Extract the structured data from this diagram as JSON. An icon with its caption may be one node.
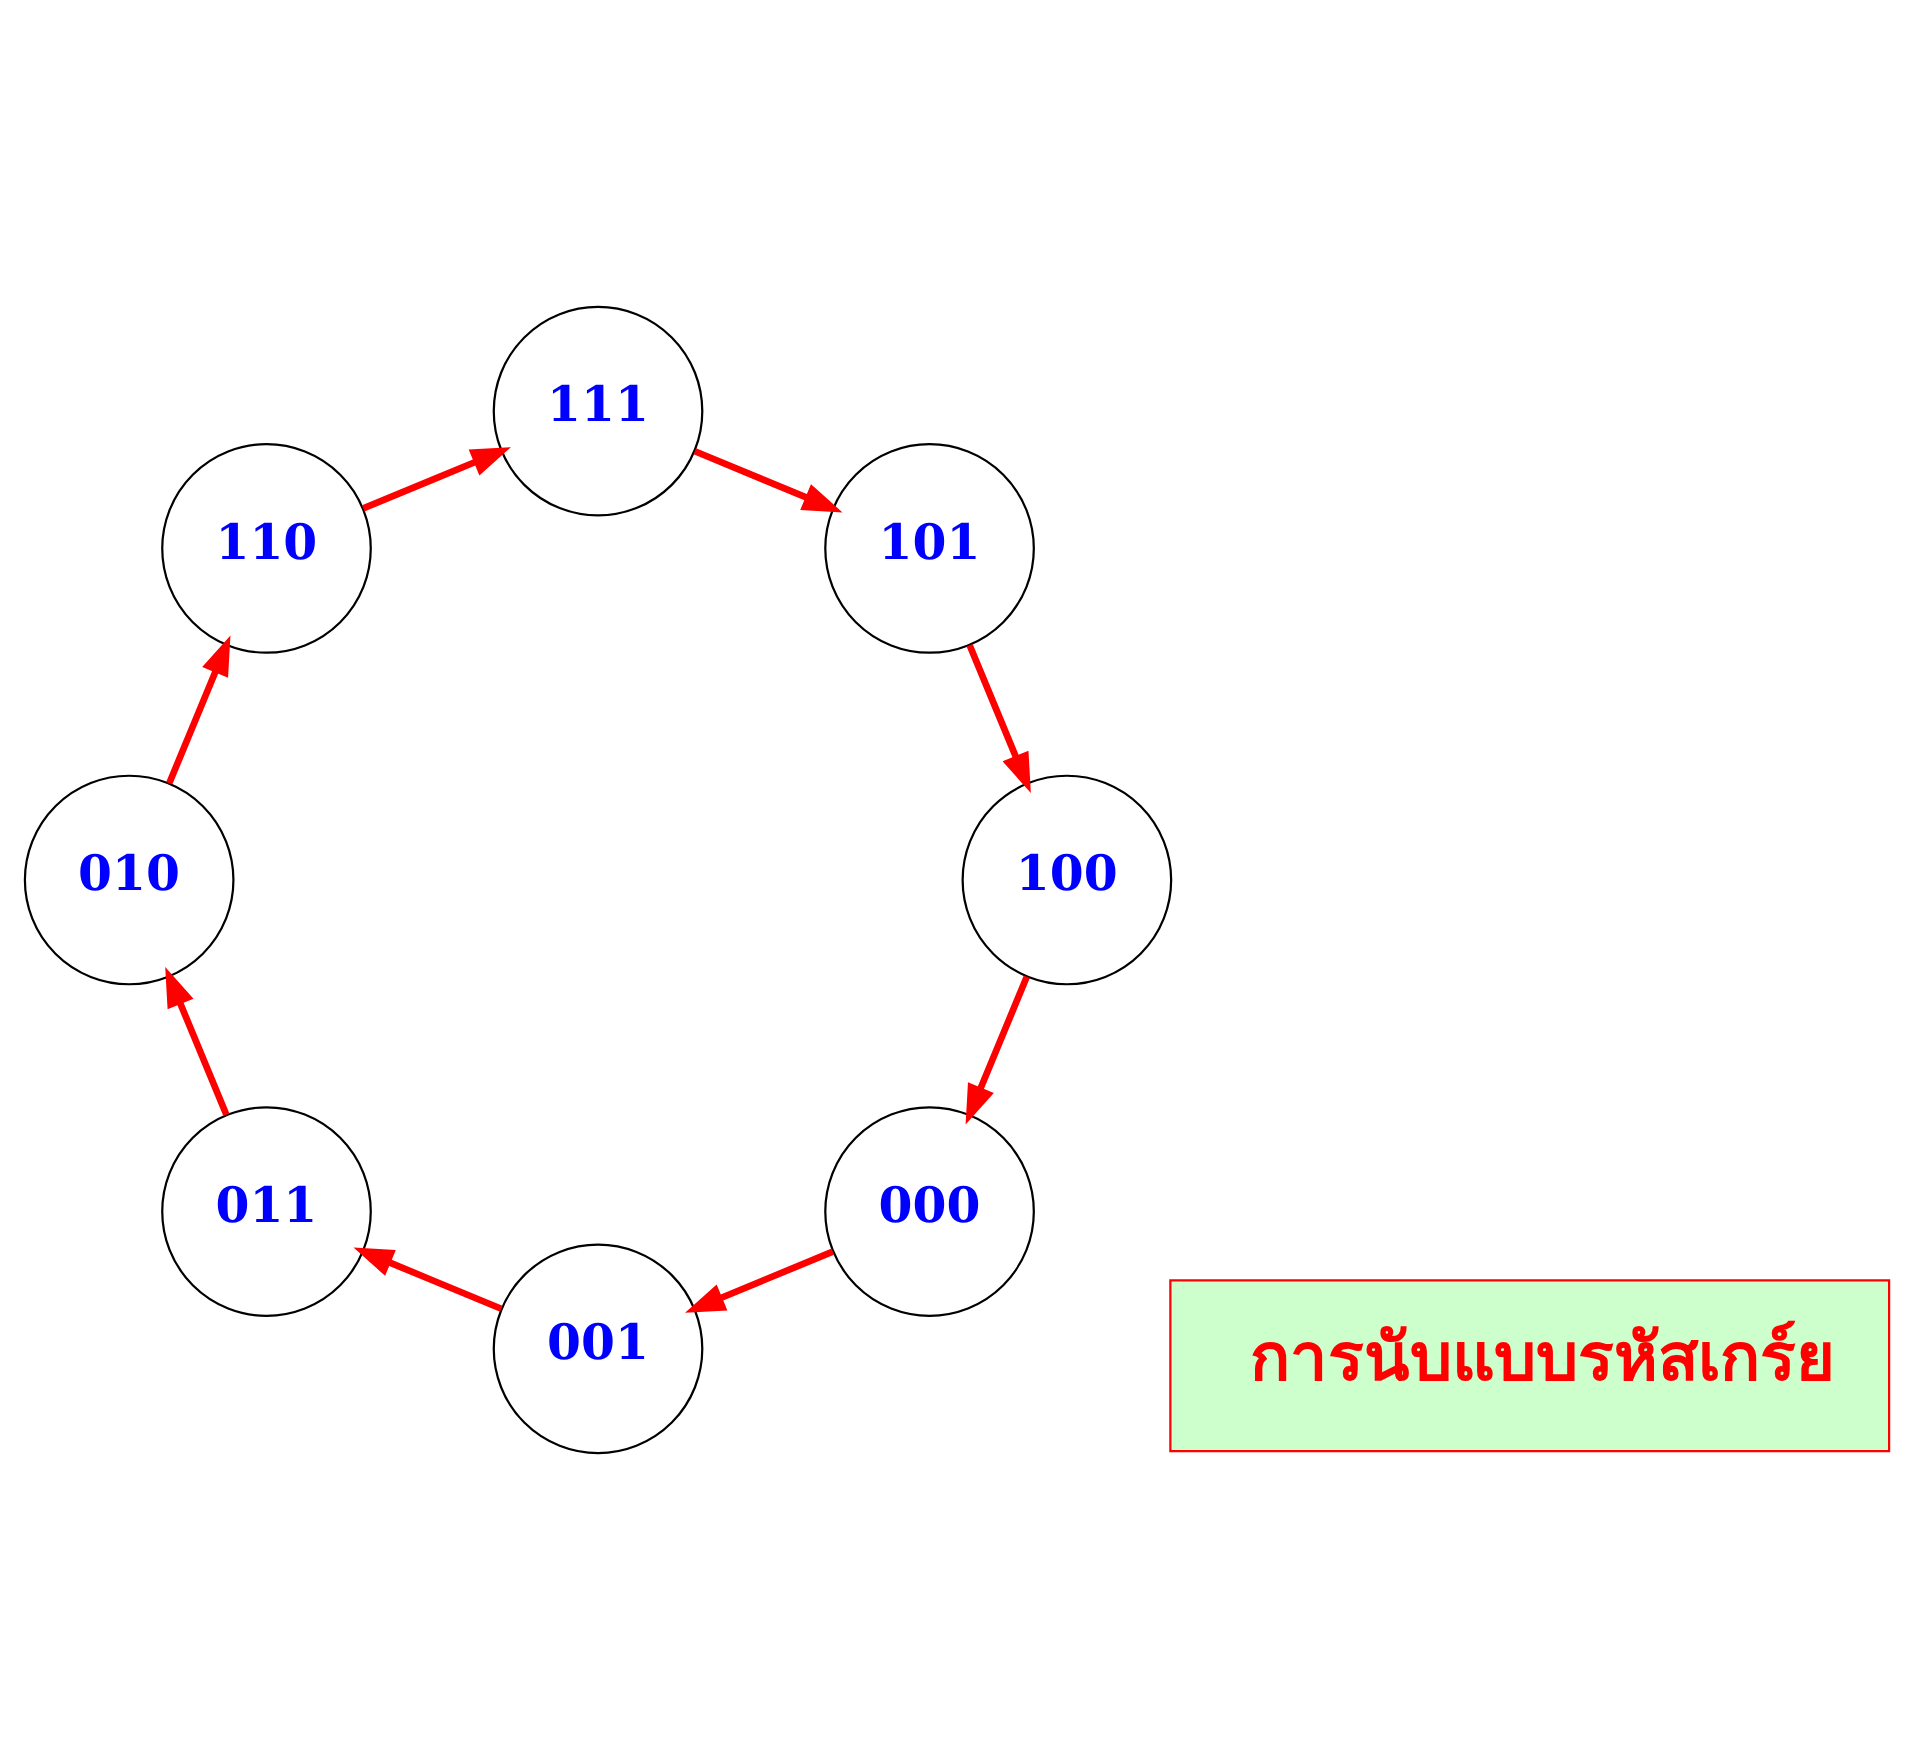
{
  "diagram": {
    "nodes": [
      {
        "text": [
          "000"
        ]
      },
      {
        "text": [
          "001"
        ]
      },
      {
        "text": [
          "011"
        ]
      },
      {
        "text": [
          "010"
        ]
      },
      {
        "text": [
          "110"
        ]
      },
      {
        "text": [
          "111"
        ]
      },
      {
        "text": [
          "101"
        ]
      },
      {
        "text": [
          "100"
        ]
      },
      {
        "text": [
          "การนับแบบรหัสเกร์ย"
        ]
      }
    ],
    "edges": [
      {
        "from": 0,
        "to": 1,
        "arrow": "to",
        "color": "#ff0000"
      },
      {
        "from": 1,
        "to": 2,
        "arrow": "to",
        "color": "#ff0000"
      },
      {
        "from": 2,
        "to": 3,
        "arrow": "to",
        "color": "#ff0000"
      },
      {
        "from": 3,
        "to": 4,
        "arrow": "to",
        "color": "#ff0000"
      },
      {
        "from": 4,
        "to": 5,
        "arrow": "to",
        "color": "#ff0000"
      },
      {
        "from": 5,
        "to": 6,
        "arrow": "to",
        "color": "#ff0000"
      },
      {
        "from": 6,
        "to": 7,
        "arrow": "to",
        "color": "#ff0000"
      },
      {
        "from": 7,
        "to": 0,
        "arrow": "to",
        "color": "#ff0000"
      }
    ]
  }
}
